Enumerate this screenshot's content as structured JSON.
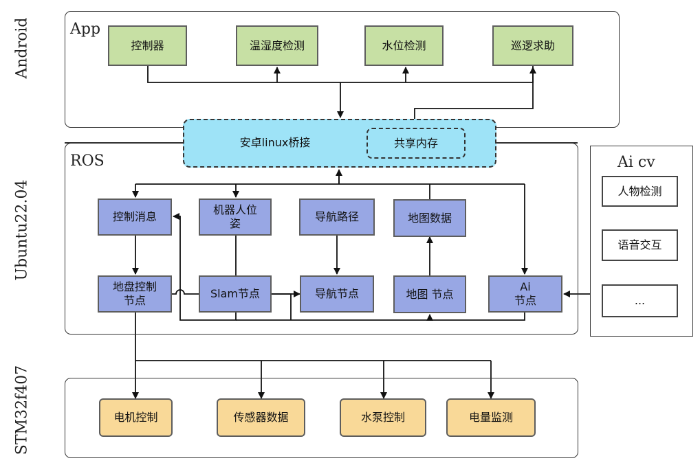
{
  "layers": {
    "android": "Android",
    "ubuntu": "Ubuntu22.04",
    "stm32": "STM32f407"
  },
  "containers": {
    "app": "App",
    "ros": "ROS",
    "aicv": "Ai cv"
  },
  "app_nodes": {
    "controller": "控制器",
    "temp_humidity": "温湿度检测",
    "water_level": "水位检测",
    "patrol_help": "巡逻求助"
  },
  "bridge": {
    "label": "安卓linux桥接",
    "shared_memory": "共享内存"
  },
  "ros_nodes": {
    "control_msg": "控制消息",
    "robot_pose": "机器人位\n姿",
    "nav_path": "导航路径",
    "map_data": "地图数据",
    "chassis_node": "地盘控制\n节点",
    "slam_node": "Slam节点",
    "nav_node": "导航节点",
    "map_node": "地图  节点",
    "ai_node": "Ai\n节点"
  },
  "ai_cv_items": {
    "person_detect": "人物检测",
    "voice": "语音交互",
    "more": "..."
  },
  "stm_nodes": {
    "motor": "电机控制",
    "sensor": "传感器数据",
    "pump": "水泵控制",
    "power": "电量监测"
  },
  "colors": {
    "app_node_fill": "#c7e0a4",
    "ros_node_fill": "#98a7e4",
    "stm_node_fill": "#f9d998",
    "bridge_fill": "#9ee3f7"
  }
}
